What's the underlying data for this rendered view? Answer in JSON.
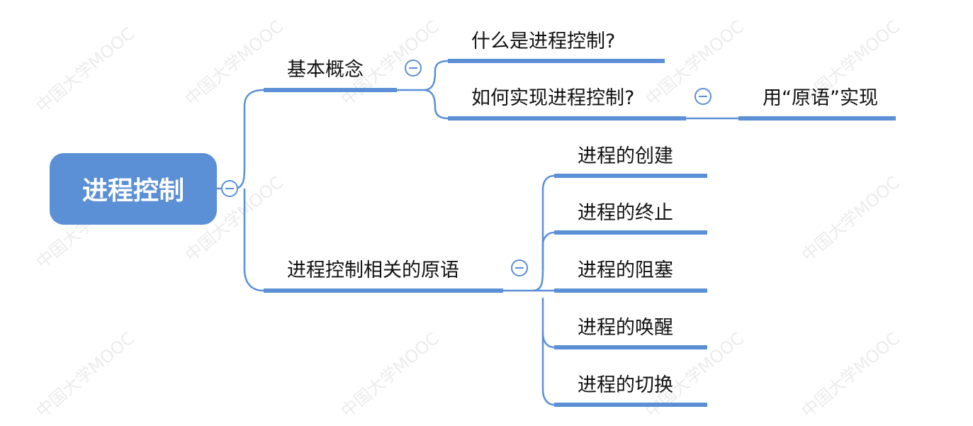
{
  "mindmap": {
    "root": {
      "label": "进程控制"
    },
    "branches": [
      {
        "label": "基本概念",
        "children": [
          {
            "label": "什么是进程控制?"
          },
          {
            "label": "如何实现进程控制?",
            "children": [
              {
                "label": "用“原语”实现"
              }
            ]
          }
        ]
      },
      {
        "label": "进程控制相关的原语",
        "children": [
          {
            "label": "进程的创建"
          },
          {
            "label": "进程的终止"
          },
          {
            "label": "进程的阻塞"
          },
          {
            "label": "进程的唤醒"
          },
          {
            "label": "进程的切换"
          }
        ]
      }
    ]
  },
  "watermark": {
    "text": "中国大学MOOC"
  },
  "colors": {
    "accent": "#5b8fd6",
    "root_fill": "#5b8fd6",
    "text": "#111111"
  }
}
